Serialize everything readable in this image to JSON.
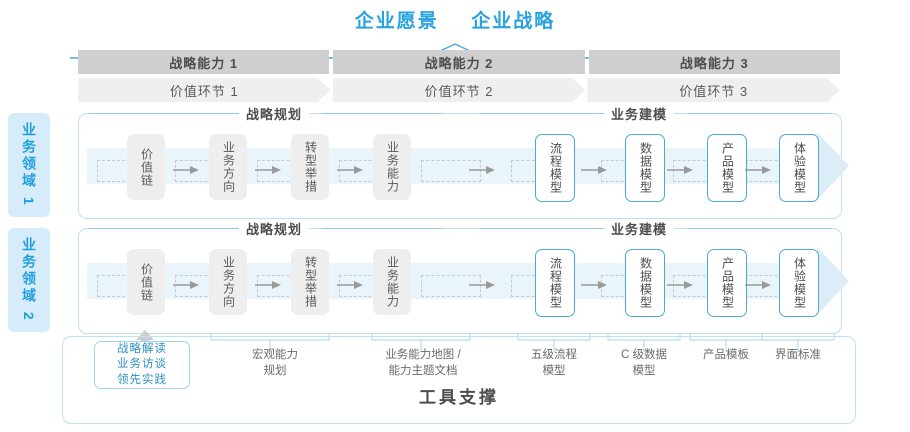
{
  "header": {
    "vision": "企业愿景",
    "strategy": "企业战略"
  },
  "capability_bar": {
    "items": [
      "战略能力 1",
      "战略能力 2",
      "战略能力 3"
    ]
  },
  "value_bar": {
    "items": [
      "价值环节 1",
      "价值环节 2",
      "价值环节 3"
    ]
  },
  "domains": [
    {
      "label": "业务领域 1"
    },
    {
      "label": "业务领域 2"
    }
  ],
  "row_sections": {
    "planning": "战略规划",
    "modeling": "业务建模"
  },
  "flow": {
    "nodes": [
      {
        "label": "价值链",
        "style": "grey"
      },
      {
        "label": "业务方向",
        "style": "grey"
      },
      {
        "label": "转型举措",
        "style": "grey"
      },
      {
        "label": "业务能力",
        "style": "grey"
      },
      {
        "label": "流程模型",
        "style": "blue"
      },
      {
        "label": "数据模型",
        "style": "blue"
      },
      {
        "label": "产品模型",
        "style": "blue"
      },
      {
        "label": "体验模型",
        "style": "blue"
      }
    ]
  },
  "tool_support": {
    "title": "工具支撑",
    "highlight": {
      "line1": "战略解读",
      "line2": "业务访谈",
      "line3": "领先实践"
    },
    "labels": [
      {
        "line1": "宏观能力",
        "line2": "规划"
      },
      {
        "line1": "业务能力地图 /",
        "line2": "能力主题文档"
      },
      {
        "line1": "五级流程",
        "line2": "模型"
      },
      {
        "line1": "C 级数据",
        "line2": "模型"
      },
      {
        "line1": "产品模板",
        "line2": ""
      },
      {
        "line1": "界面标准",
        "line2": ""
      }
    ]
  },
  "colors": {
    "accent_blue": "#29a3e0",
    "node_blue_border": "#4aa9d8",
    "band_bg": "#e9f4fb",
    "cap_bar_bg": "#cfcfcf",
    "val_bar_bg": "#efefef",
    "domain_bg": "#d6ecfa"
  }
}
